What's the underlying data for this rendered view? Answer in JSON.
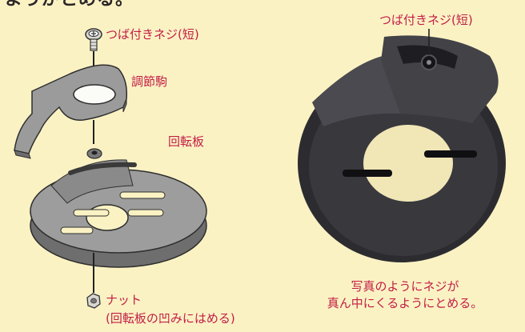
{
  "header": {
    "text": "ようがとめる。"
  },
  "diagram": {
    "screw_label": "つば付きネジ(短)",
    "knob_label": "調節駒",
    "plate_label": "回転板",
    "nut_label": "ナット",
    "nut_note": "(回転板の凹みにはめる)"
  },
  "photo": {
    "screw_label": "つば付きネジ(短)",
    "caption_line1": "写真のようにネジが",
    "caption_line2": "真ん中にくるようにとめる。"
  },
  "colors": {
    "accent": "#c21d45",
    "background": "#fbf2c4"
  }
}
